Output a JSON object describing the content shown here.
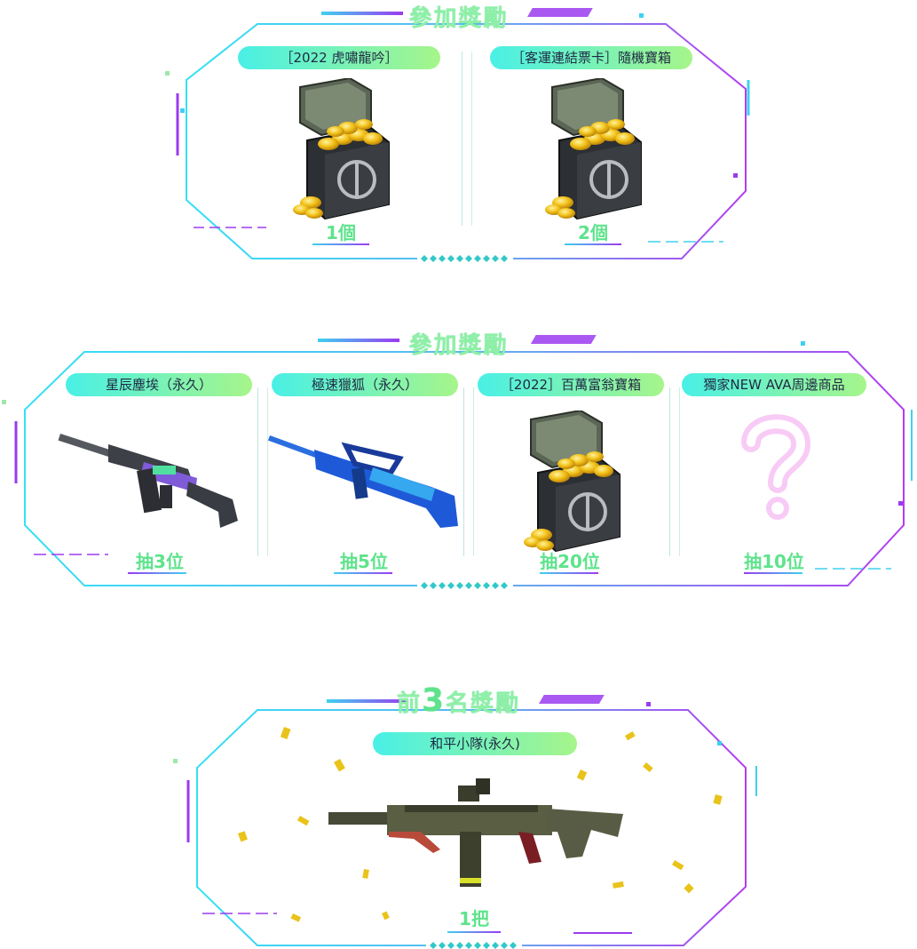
{
  "colors": {
    "accent_green": "#5ee38c",
    "accent_cyan": "#3fd8f0",
    "accent_purple": "#9b3bf0",
    "accent_magenta": "#e03ad8"
  },
  "section1": {
    "title": "參加獎勵",
    "rewards": [
      {
        "label": "［2022 虎嘯龍吟］",
        "qty": "1個",
        "icon": "treasure-chest-icon"
      },
      {
        "label": "［客運連結票卡］隨機寶箱",
        "qty": "2個",
        "icon": "treasure-chest-icon"
      }
    ]
  },
  "section2": {
    "title": "參加獎勵",
    "rewards": [
      {
        "label": "星辰塵埃（永久）",
        "qty": "抽3位",
        "icon": "rifle-icon"
      },
      {
        "label": "極速獵狐（永久）",
        "qty": "抽5位",
        "icon": "rifle-icon"
      },
      {
        "label": "［2022］百萬富翁寶箱",
        "qty": "抽20位",
        "icon": "treasure-chest-icon"
      },
      {
        "label": "獨家NEW AVA周邊商品",
        "qty": "抽10位",
        "icon": "question-mark-icon"
      }
    ]
  },
  "section3": {
    "title_prefix": "前",
    "title_number": "3",
    "title_suffix": "名獎勵",
    "reward": {
      "label": "和平小隊(永久)",
      "qty": "1把",
      "icon": "rifle-icon"
    }
  }
}
